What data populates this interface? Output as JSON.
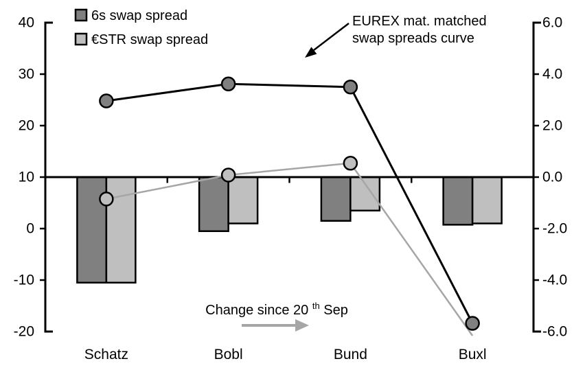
{
  "chart_data": {
    "type": "combo-bar-line",
    "categories": [
      "Schatz",
      "Bobl",
      "Bund",
      "Buxl"
    ],
    "left_axis": {
      "ticks": [
        40,
        30,
        20,
        10,
        0,
        -10,
        -20
      ],
      "tick_labels": [
        "40",
        "30",
        "20",
        "10",
        "0",
        "-10",
        "-20"
      ],
      "min": -20,
      "max": 40
    },
    "right_axis": {
      "ticks": [
        6,
        4,
        2,
        0,
        -2,
        -4,
        -6
      ],
      "tick_labels": [
        "6.0",
        "4.0",
        "2.0",
        "0.0",
        "-2.0",
        "-4.0",
        "-6.0"
      ],
      "min": -6,
      "max": 6
    },
    "bar_baseline_left_value": 10,
    "bar_series": [
      {
        "name": "6s swap spread",
        "axis": "right",
        "fill": "#808080",
        "values": [
          -4.1,
          -2.1,
          -1.7,
          -1.85
        ]
      },
      {
        "name": "€STR swap spread",
        "axis": "right",
        "fill": "#bfbfbf",
        "values": [
          -4.1,
          -1.8,
          -1.3,
          -1.8
        ]
      }
    ],
    "line_series": [
      {
        "name": "6s swap spread curve",
        "axis": "left",
        "stroke": "#000000",
        "marker_fill": "#808080",
        "values": [
          24.8,
          28.1,
          27.5,
          -18.4
        ],
        "markers": [
          true,
          true,
          true,
          true
        ]
      },
      {
        "name": "€STR swap spread curve",
        "axis": "left",
        "stroke": "#a6a6a6",
        "marker_fill": "#bfbfbf",
        "values": [
          5.75,
          10.4,
          12.7,
          -20.8
        ],
        "markers": [
          true,
          true,
          true,
          false
        ]
      }
    ],
    "legend": [
      {
        "label": "6s swap spread",
        "swatch": "#808080"
      },
      {
        "label": "€STR swap spread",
        "swatch": "#bfbfbf"
      }
    ],
    "annotations": {
      "curve_callout": {
        "line1": "EUREX mat. matched",
        "line2": "swap spreads curve"
      },
      "change_note": {
        "prefix": "Change since 20",
        "sup": "th",
        "suffix": " Sep"
      }
    },
    "colors": {
      "dark_gray": "#808080",
      "light_gray": "#bfbfbf",
      "gray_line": "#a6a6a6",
      "black": "#000000"
    },
    "grid": "off",
    "legend_position": "top-left-inside"
  }
}
